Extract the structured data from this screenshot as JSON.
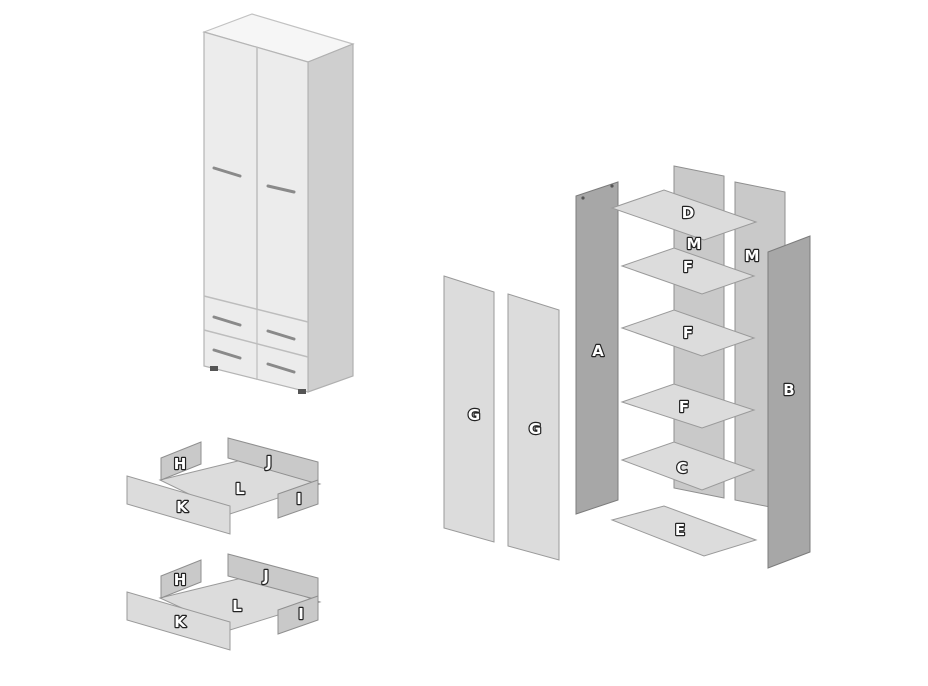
{
  "labels": {
    "A": "A",
    "B": "B",
    "C": "C",
    "D": "D",
    "E": "E",
    "F1": "F",
    "F2": "F",
    "F3": "F",
    "G1": "G",
    "G2": "G",
    "H1": "H",
    "H2": "H",
    "I1": "I",
    "I2": "I",
    "J1": "J",
    "J2": "J",
    "K1": "K",
    "K2": "K",
    "L1": "L",
    "L2": "L",
    "M1": "M",
    "M2": "M"
  }
}
